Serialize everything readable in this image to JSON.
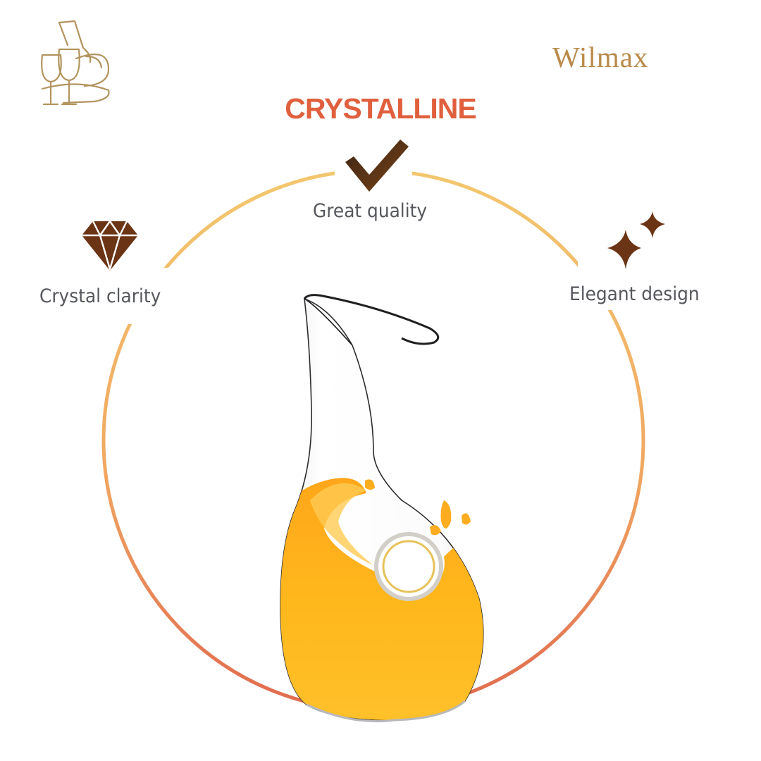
{
  "brand": {
    "name": "Wilmax",
    "logo_icon": "glassware-icon"
  },
  "title": "CRYSTALLINE",
  "features": [
    {
      "label": "Great quality",
      "icon": "checkmark-icon"
    },
    {
      "label": "Crystal clarity",
      "icon": "diamond-icon"
    },
    {
      "label": "Elegant design",
      "icon": "sparkles-icon"
    }
  ],
  "product": {
    "image": "glass-carafe-with-orange-juice"
  },
  "colors": {
    "title": "#e0603e",
    "brand": "#b98a4a",
    "icon_brown": "#6b3414",
    "ring_top": "#f3c36b",
    "ring_bottom": "#e06a4f",
    "juice": "#ffb81c"
  }
}
